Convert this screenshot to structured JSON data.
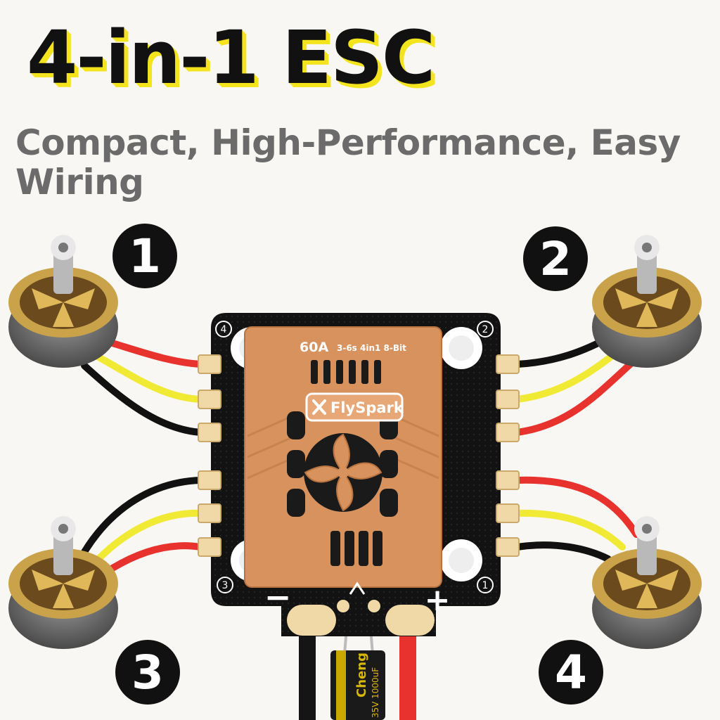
{
  "header": {
    "title": "4-in-1 ESC",
    "subtitle": "Compact, High-Performance, Easy Wiring"
  },
  "motor_badges": [
    "1",
    "2",
    "3",
    "4"
  ],
  "board": {
    "rating": "60A",
    "spec": "3-6s 4in1 8-Bit",
    "brand": "FlySpark",
    "corner_labels": [
      "4",
      "2",
      "3",
      "1"
    ],
    "minus_sign": "−",
    "plus_sign": "+"
  },
  "capacitor": {
    "brand": "Cheng",
    "rating": "35V 1000uF"
  },
  "colors": {
    "accent_yellow": "#f4e41e",
    "wire_red": "#e8322e",
    "wire_yellow": "#f1ea35",
    "wire_black": "#111111",
    "heatsink": "#d8925e",
    "pcb": "#121212"
  }
}
